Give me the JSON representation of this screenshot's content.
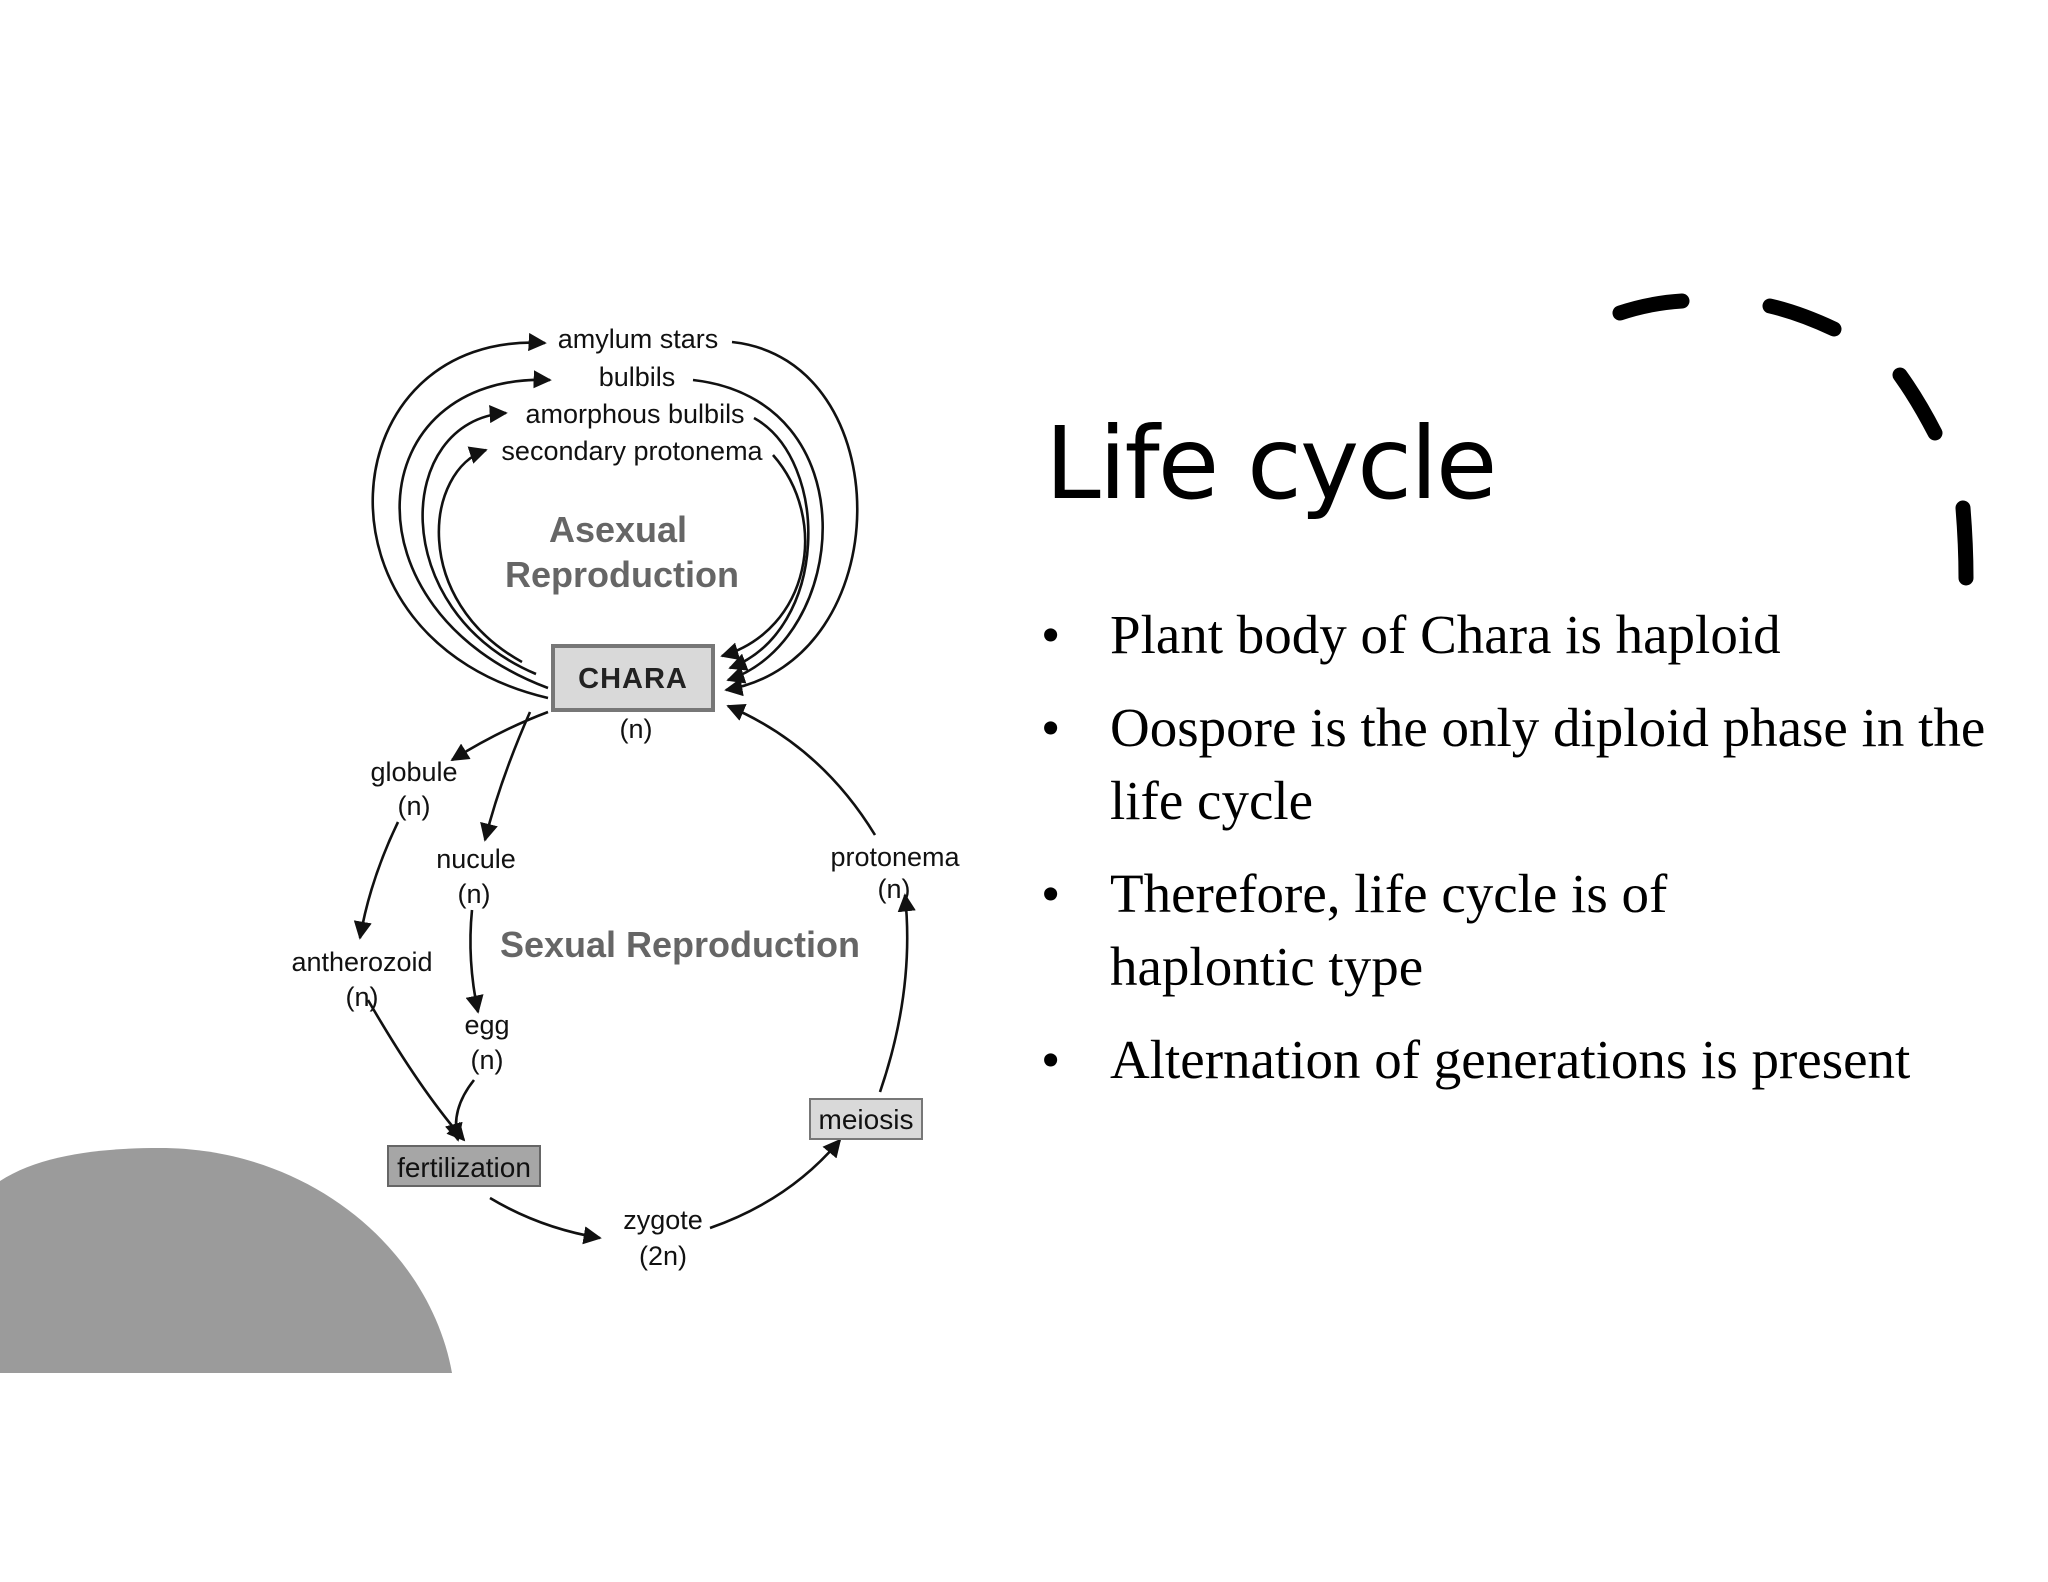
{
  "slide": {
    "title": "Life cycle",
    "bullets": [
      {
        "text": "Plant body of Chara is haploid",
        "emphasis": ""
      },
      {
        "text": "Oospore is the only diploid phase in the life cycle",
        "emphasis": ""
      },
      {
        "text": "Therefore, life cycle is of",
        "emphasis": "haplontic type"
      },
      {
        "text": "Alternation of generations is present",
        "emphasis": ""
      }
    ],
    "bullet_glyph": "•"
  },
  "diagram": {
    "asexual_title_1": "Asexual",
    "asexual_title_2": "Reproduction",
    "sexual_title": "Sexual Reproduction",
    "center": {
      "name": "CHARA",
      "ploidy": "(n)"
    },
    "asexual_items": [
      "amylum stars",
      "bulbils",
      "amorphous bulbils",
      "secondary protonema"
    ],
    "nodes": {
      "globule": {
        "name": "globule",
        "ploidy": "(n)"
      },
      "nucule": {
        "name": "nucule",
        "ploidy": "(n)"
      },
      "antherozoid": {
        "name": "antherozoid",
        "ploidy": "(n)"
      },
      "egg": {
        "name": "egg",
        "ploidy": "(n)"
      },
      "fertilization": {
        "name": "fertilization"
      },
      "zygote": {
        "name": "zygote",
        "ploidy": "(2n)"
      },
      "meiosis": {
        "name": "meiosis"
      },
      "protonema": {
        "name": "protonema",
        "ploidy": "(n)"
      }
    }
  },
  "colors": {
    "background": "#ffffff",
    "decor_gray": "#9b9b9b",
    "dash_black": "#000000",
    "box_light": "#d9d9d9",
    "box_dark": "#a6a6a6"
  }
}
